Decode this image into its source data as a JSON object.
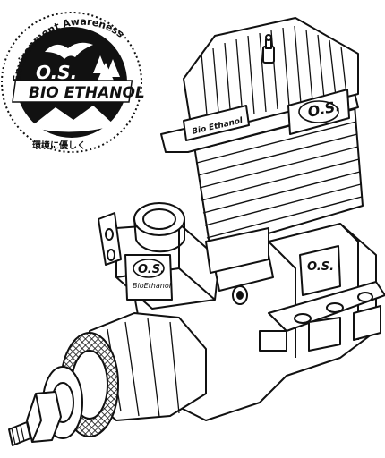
{
  "badge": {
    "arc_text": "Environment Awareness",
    "brand": "O.S.",
    "title": "BIO ETHANOL",
    "japanese": "環境に優しく"
  },
  "engine": {
    "cylinder_label": "Bio Ethanol",
    "carb_logo": "O.S.",
    "carb_script": "BioEthanol",
    "crankcase_logo": "O.S."
  },
  "colors": {
    "ink": "#111111",
    "paper": "#ffffff",
    "shade": "#444444"
  }
}
